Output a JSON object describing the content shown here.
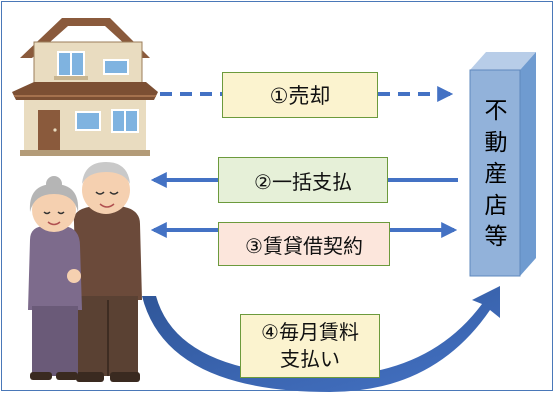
{
  "labels": {
    "sale": "①売却",
    "lump_payment": "②一括支払",
    "lease_contract": "③賃貸借契約",
    "monthly_rent_line1": "④毎月賃料",
    "monthly_rent_line2": "支払い"
  },
  "store": {
    "chars": [
      "不",
      "動",
      "産",
      "店",
      "等"
    ]
  },
  "colors": {
    "arrow": "#4472c4",
    "curve_arrow": "#2f5597",
    "store_front": "#92b2da",
    "store_side": "#6f9bd0",
    "label_border": "#6c9a3c",
    "sale_fill": "#fbf3cf",
    "payment_fill": "#e6f0d8",
    "lease_fill": "#fce6dc"
  },
  "icons": {
    "house": "house-illustration",
    "couple": "elderly-couple-illustration"
  }
}
